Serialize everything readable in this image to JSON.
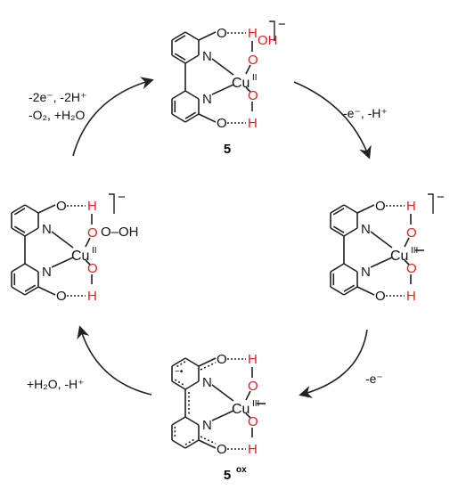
{
  "colors": {
    "bond": "#222222",
    "oxygen_hydrogen_highlight": "#e02020",
    "nitrogen": "#1a1a1a",
    "arrow": "#222222"
  },
  "cycle": {
    "compounds": [
      {
        "id": "top",
        "label": "5",
        "label_sup": "",
        "charge": "−",
        "metal": "Cu",
        "oxidation": "II",
        "ligand_O1": "O",
        "ligand_H1": "H",
        "ligand_O2": "OH",
        "ligand_O3": "O",
        "ligand_H3": "H",
        "ring_O_top": "O",
        "ring_O_bottom": "O",
        "N_top": "N",
        "N_bottom": "N"
      },
      {
        "id": "right",
        "label": "",
        "label_sup": "",
        "charge": "−",
        "metal": "Cu",
        "oxidation": "III",
        "ligand_O1": "O",
        "ligand_H1": "H",
        "ligand_O2": "O",
        "ligand_O3": "O",
        "ligand_H3": "H",
        "ring_O_top": "O",
        "ring_O_bottom": "O",
        "N_top": "N",
        "N_bottom": "N"
      },
      {
        "id": "bottom",
        "label": "5",
        "label_sup": "ox",
        "charge": "",
        "metal": "Cu",
        "oxidation": "III",
        "ligand_O1": "O",
        "ligand_H1": "H",
        "ligand_O2": "O",
        "ligand_O3": "O",
        "ligand_H3": "H",
        "ring_O_top": "O",
        "ring_O_bottom": "O",
        "N_top": "N",
        "N_bottom": "N",
        "radical_mark": "−•"
      },
      {
        "id": "left",
        "label": "",
        "label_sup": "",
        "charge": "−",
        "metal": "Cu",
        "oxidation": "II",
        "ligand_O1": "O",
        "ligand_H1": "H",
        "ligand_O2": "O–OH",
        "ligand_O3": "O",
        "ligand_H3": "H",
        "ring_O_top": "O",
        "ring_O_bottom": "O",
        "N_top": "N",
        "N_bottom": "N"
      }
    ],
    "steps": [
      {
        "id": "top-to-right",
        "lines": [
          "-e⁻, -H⁺"
        ]
      },
      {
        "id": "right-to-bottom",
        "lines": [
          "-e⁻"
        ]
      },
      {
        "id": "bottom-to-left",
        "lines": [
          "+H₂O, -H⁺"
        ]
      },
      {
        "id": "left-to-top",
        "lines": [
          "-2e⁻, -2H⁺",
          "-O₂, +H₂O"
        ]
      }
    ]
  }
}
